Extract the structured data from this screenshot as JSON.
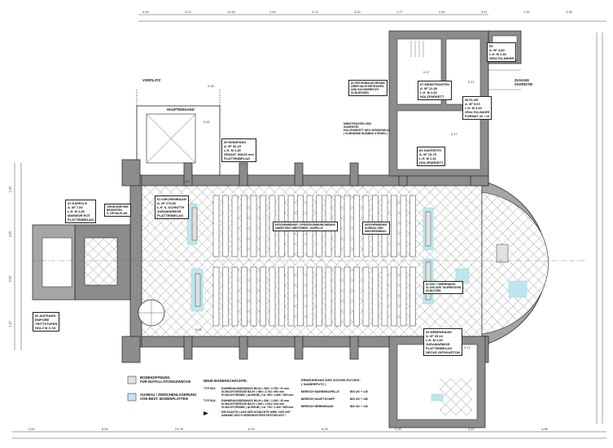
{
  "plan": {
    "outdoor": {
      "vorplatz": "VORPLATZ",
      "haupteingang": "HAUPTEINGANG",
      "zugang_sakristei": [
        "ZUGANG",
        "SAKRISTEI"
      ]
    },
    "rooms": [
      {
        "id": "01",
        "lines": [
          "01 KIRCHENRAUM",
          "A.      M²  275,50",
          "L.H.  S. SCHNITTE",
          "JURAMARMOR",
          "PLATTENBELAG"
        ]
      },
      {
        "id": "02",
        "lines": [
          "02          KAPELLE",
          "A.        M²      7,60",
          "L.H.     M       2,80",
          "MARMOR  ROT",
          "PLATTENBELAG"
        ]
      },
      {
        "id": "03",
        "lines": [
          "03  NEBENRAUM",
          "A.       M²    25,13",
          "L.H.    M       2,60",
          "JURAMARMOR",
          "PLATTENBELAG",
          "DECKE GIPSKARTON"
        ]
      },
      {
        "id": "04",
        "lines": [
          "04       SAKRISTEI",
          "A.       M²    15,75",
          "L.H.    M       2,61",
          "HOLZPARKETT"
        ]
      },
      {
        "id": "05",
        "lines": [
          "05      WINDFANG",
          "A.       M²    30,15",
          "L.H.    M       2,80",
          "GRANIT  300/25 mm",
          "PLATTENBELAG"
        ]
      },
      {
        "id": "06",
        "lines": [
          "06  AUFGANG",
          "EMPORE",
          "TRITTSTUFEN",
          "HOLZ  M  X XX"
        ]
      },
      {
        "id": "07",
        "lines": [
          "07 MINISTRANTEN",
          "A.       M²    12,28",
          "L.H.    M       2,62",
          "HOLZPARKETT"
        ]
      },
      {
        "id": "08",
        "lines": [
          "08          FLUR",
          "A.      M²      5,00",
          "L.H.   M       2,60",
          "SPALTKLINKER",
          "FORMAT 20 / 10"
        ]
      },
      {
        "id": "09",
        "lines": [
          "09",
          "A.      M²      4,80",
          "L.H.   M       2,60",
          "SPALTKLINKER"
        ]
      }
    ],
    "notes": {
      "orgel": [
        "ORGELEMPORE",
        "BEGEHTEN",
        "S. DETAILPLAN"
      ],
      "altar": [
        "ALTAR / TABERNAKEL",
        "ALTAR UND TAUFBECKEN",
        "SCHUTZEN"
      ],
      "nave_note": [
        "KIRCHENBÄNKE / SPEISEKOMMUNIONBANK",
        "UMSETZEN / BESTEHEN - KAPELLE"
      ],
      "nave_note2": [
        "KIRCHENBÄNKE",
        "AUSBAU UND",
        "WIEDEREINBAU"
      ],
      "sakristei_note": [
        "MINISTRANTEN UND",
        "SAKRISTEI:",
        "HOLZPARKETT NEU VERSIEGELN",
        "( SCHRÄNKE BLEIBEN STEHEN )"
      ],
      "schrank": [
        "ALTER EINBAUSCHRANK",
        "ÜBER NACH BETRAGEN",
        "UND SACHGERECHT",
        "SCHLIESSEN"
      ]
    },
    "elevations": [
      "0.45",
      "0.00",
      "0.00",
      "0.17",
      "0.17",
      "0.17",
      "0.12",
      "0.09"
    ],
    "dims_top": [
      "0.40",
      "4,74",
      "14,52",
      "1,49",
      "4,72",
      "5,42",
      "1,77",
      "2,60",
      "3,47",
      "1,15",
      "4,35"
    ],
    "dims_bottom": [
      "2,61",
      "6,54",
      "24,76",
      "6,16",
      "6,15",
      "2,34",
      "3,47",
      "4,96"
    ],
    "dims_left": [
      "1,35",
      "3,95",
      "6,53",
      "1,97"
    ]
  },
  "legend": {
    "items": [
      {
        "lines": [
          "BODENÖFFNUNG",
          "FÜR INSTALLATIONSZWECKE"
        ]
      },
      {
        "lines": [
          "AUSBAU / ZWISCHENLAGERUNG",
          "VON BEST. BODENPLATTEN"
        ]
      }
    ],
    "shafts_title": "NEUE BODENSCHÄCHTE:",
    "s01_label": "TYP S01:",
    "s01_lines": [
      "RAHMENAUSSENMASS B/L/H = 900 / 2.780 / 40 mm",
      "SCHACHTGRÖSSE B/L/H = 850 / 2.754 / 900 mm",
      "SCHACHTGRUBE ( AUSHUB ) CA. 950 / 2.850 / 950 mm"
    ],
    "s02_label": "TYP S02:",
    "s02_lines": [
      "RAHMENAUSSENMASS B/L/H = 850 / 1.030 / 25 mm",
      "SCHACHTGRÖSSE B/L/H = 800 / 1.004 / 615 mm",
      "SCHACHTGRUBE ( AUSHUB ) CA. 700 / 1.400 / 685 mm"
    ],
    "note_lines": [
      "DIE EXAKTE LAGE DER SCHÄCHTE WIRD VOR ORT",
      "ANHAND DES FLIESENRASTERS FESTGELEGT !"
    ],
    "plaster_title": [
      "ERNEUERUNG DES SOCKELPUTZES:",
      "( SANIERPUTZ )"
    ],
    "plaster_rows": [
      {
        "area": "BEREICH MARIENKAPELLE",
        "value": "BIS OK + 140"
      },
      {
        "area": "BEREICH HAUPTSCHIFF",
        "value": "BIS OK + 180"
      },
      {
        "area": "BEREICH NEBENRAUM",
        "value": "BIS OK + 140"
      }
    ]
  },
  "colors": {
    "wall": "#8c8c8c",
    "wall_stone": "#a6a6a6",
    "removal": "#bfe6f0",
    "line": "#222222"
  }
}
